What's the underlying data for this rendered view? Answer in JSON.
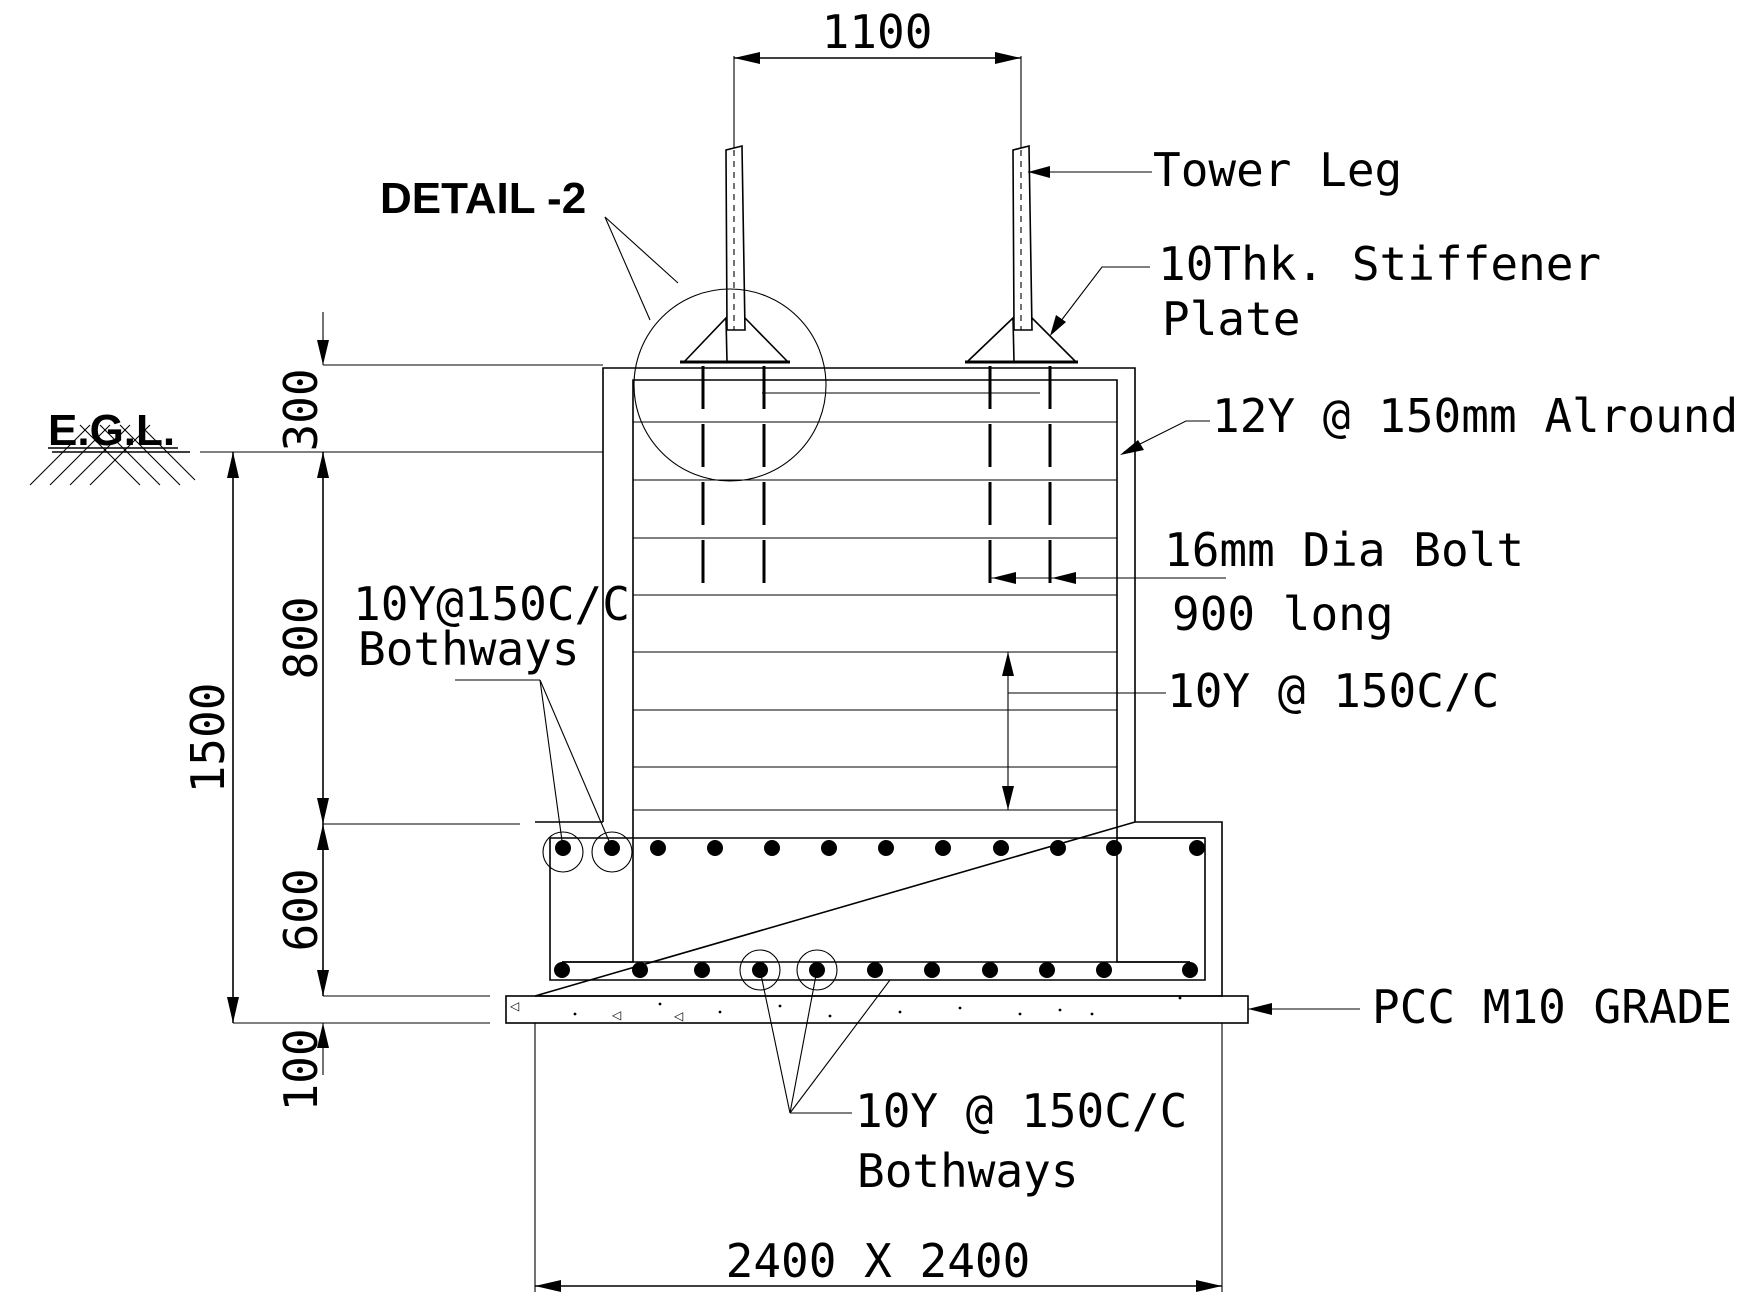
{
  "title": "DETAIL -2",
  "dimensions": {
    "top_width": "1100",
    "base": "2400 X 2400",
    "pedestal_above_gl": "300",
    "pedestal_below_gl": "800",
    "footing_depth": "600",
    "pcc_thickness": "100",
    "total_depth": "1500"
  },
  "labels": {
    "egl": "E.G.L.",
    "tower_leg": "Tower Leg",
    "stiffener_line1": "10Thk. Stiffener",
    "stiffener_line2": "Plate",
    "alround": "12Y @ 150mm Alround",
    "bolt_line1": "16mm Dia Bolt",
    "bolt_line2": "900 long",
    "ties": "10Y @ 150C/C",
    "left_line1": "10Y@150C/C",
    "left_line2": "Bothways",
    "bottom_line1": "10Y @ 150C/C",
    "bottom_line2": "Bothways",
    "pcc": "PCC M10 GRADE"
  }
}
